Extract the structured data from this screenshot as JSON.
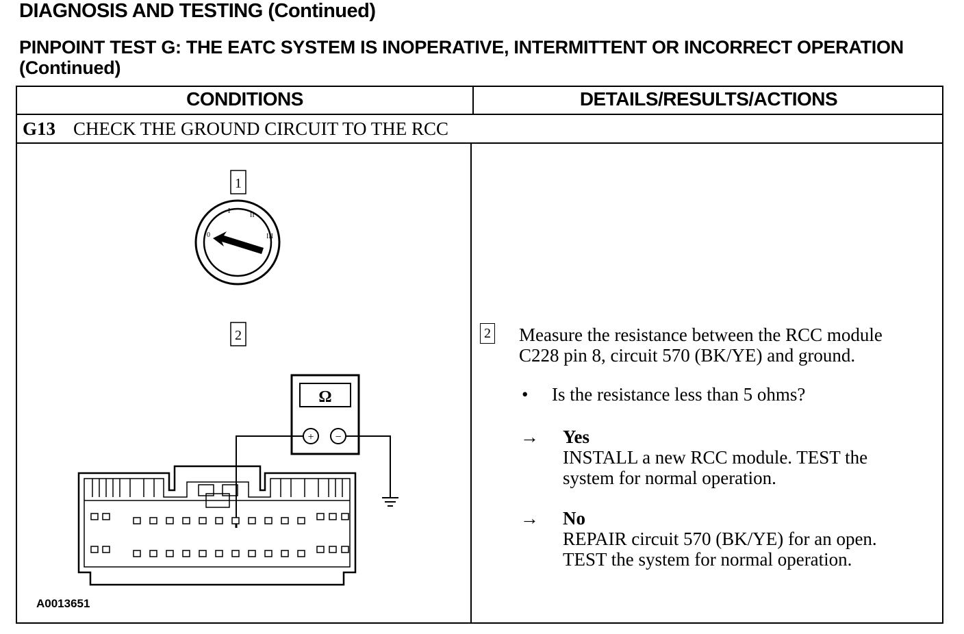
{
  "header": {
    "title": "DIAGNOSIS AND TESTING (Continued)",
    "test_title": "PINPOINT TEST G:  THE EATC SYSTEM IS INOPERATIVE, INTERMITTENT OR INCORRECT OPERATION (Continued)"
  },
  "table": {
    "col_conditions": "CONDITIONS",
    "col_details": "DETAILS/RESULTS/ACTIONS",
    "step_id": "G13",
    "step_title": "CHECK THE GROUND CIRCUIT TO THE RCC"
  },
  "figure": {
    "callout_1": "1",
    "callout_2": "2",
    "meter_symbol": "Ω",
    "plus_symbol": "+",
    "minus_symbol": "−",
    "ignition_marks": [
      "0",
      "I",
      "II",
      "III"
    ],
    "figure_id": "A0013651"
  },
  "details": {
    "callout": "2",
    "instruction_line1": "Measure the resistance between the RCC module",
    "instruction_line2": "C228 pin 8, circuit 570 (BK/YE) and ground.",
    "bullet": "•",
    "question": "Is the resistance less than 5 ohms?",
    "arrow": "→",
    "yes_label": "Yes",
    "yes_line1": "INSTALL a new RCC module. TEST the",
    "yes_line2": "system for normal operation.",
    "no_label": "No",
    "no_line1": "REPAIR circuit 570 (BK/YE) for an open.",
    "no_line2": "TEST the system for normal operation."
  }
}
